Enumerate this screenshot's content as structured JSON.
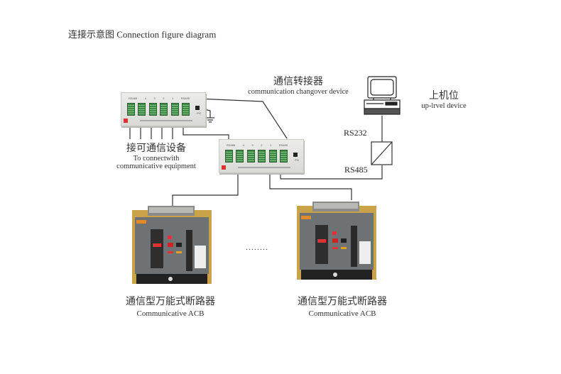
{
  "title": "连接示意图 Connection figure diagram",
  "changeover_device": {
    "label_cn": "通信转接器",
    "label_en": "communication changover device"
  },
  "upper_device": {
    "label_cn": "上机位",
    "label_en": "up-lrvel device",
    "icon": "desktop-computer-icon"
  },
  "connect_equipment": {
    "label_cn": "接可通信设备",
    "label_en_line1": "To connectwith",
    "label_en_line2": "communicative equipment"
  },
  "protocols": {
    "upper": "RS232",
    "lower": "RS485"
  },
  "converter_ports": [
    "RS485",
    "4",
    "3",
    "2",
    "1",
    "RS485"
  ],
  "converter_pg_label": "PG",
  "breakers": [
    {
      "label_cn": "通信型万能式断路器",
      "label_en": "Communicative ACB"
    },
    {
      "label_cn": "通信型万能式断路器",
      "label_en": "Communicative ACB"
    }
  ],
  "ellipsis": "........",
  "colors": {
    "wire": "#333333",
    "terminal_green": "#3e8a45",
    "breaker_body": "#6f7274",
    "breaker_frame": "#c9a24a"
  }
}
